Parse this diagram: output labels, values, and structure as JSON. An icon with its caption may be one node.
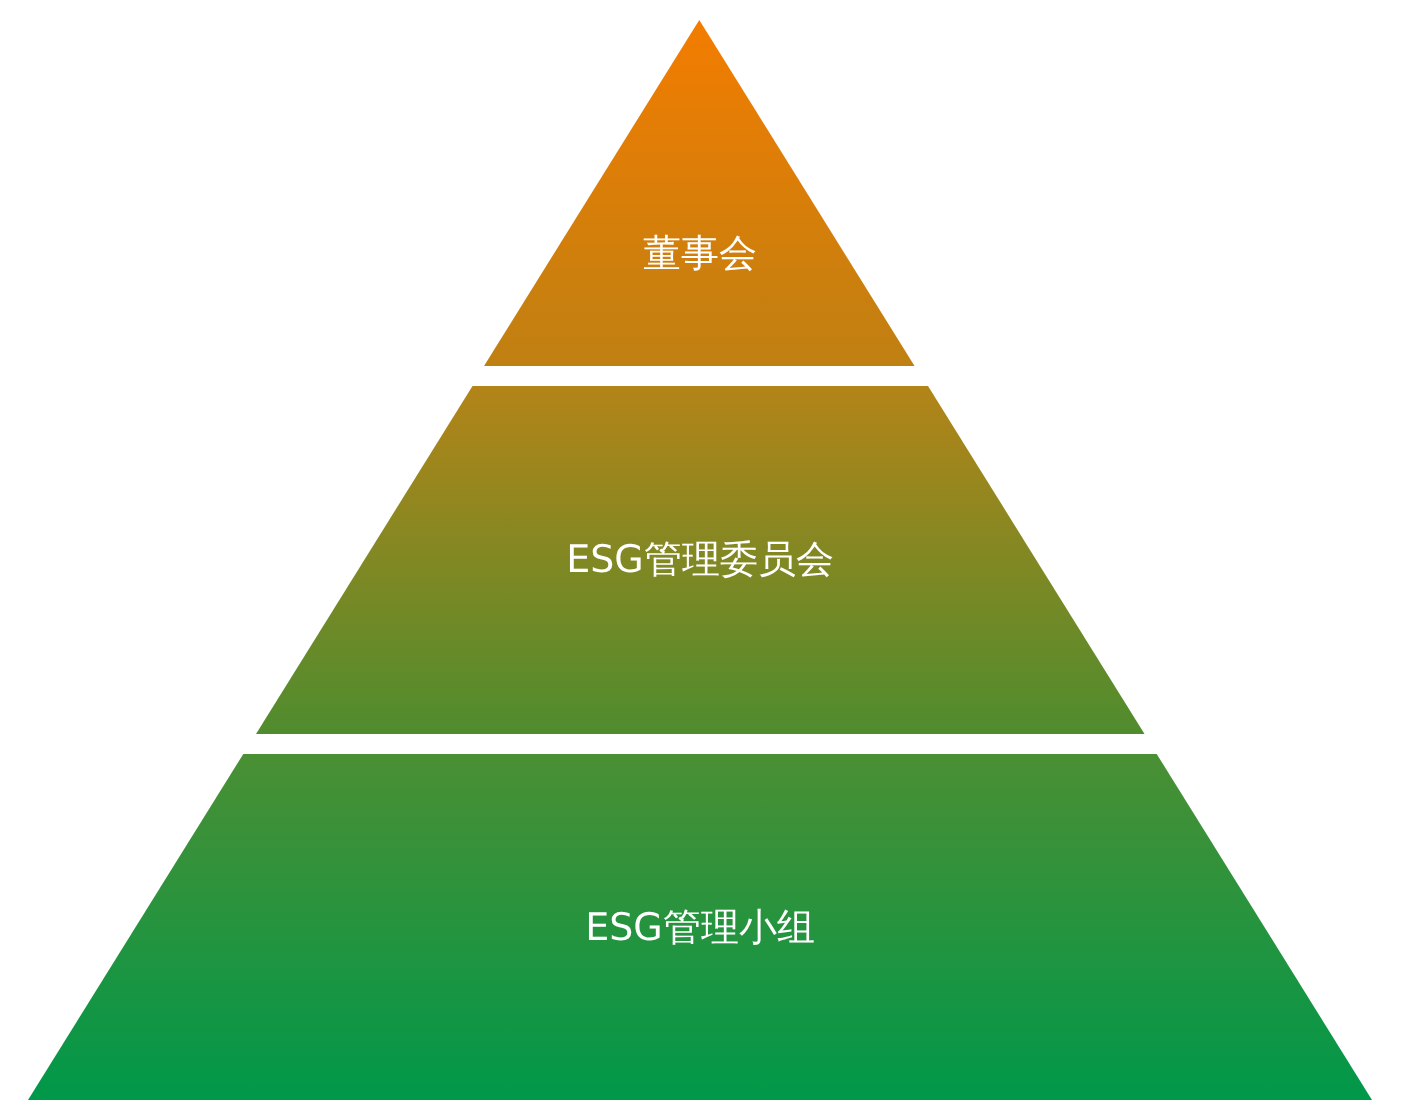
{
  "diagram": {
    "nodes": [
      {
        "text": [
          "董事会"
        ]
      },
      {
        "text": [
          "ESG管理委员会"
        ]
      },
      {
        "text": [
          "ESG管理小组"
        ]
      }
    ]
  }
}
